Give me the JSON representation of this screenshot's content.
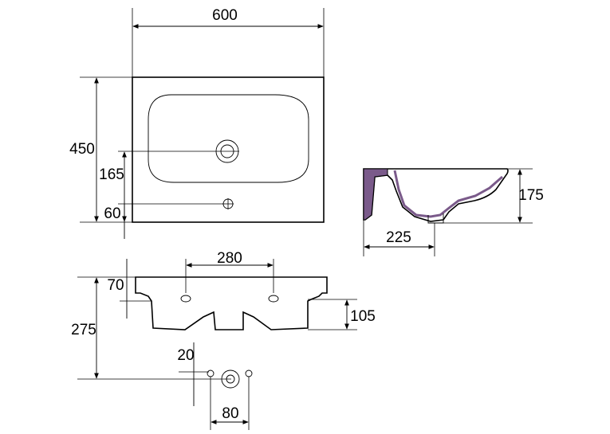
{
  "dimensions": {
    "top_width": "600",
    "top_depth": "450",
    "drain_offset": "165",
    "tap_offset": "60",
    "side_height": "175",
    "side_depth": "225",
    "front_hole_spacing": "280",
    "front_height_70": "70",
    "front_height_105": "105",
    "front_height_275": "275",
    "bottom_20": "20",
    "bottom_80": "80"
  },
  "colors": {
    "line": "#000000",
    "section_hatch": "#7a5a8a",
    "background": "#ffffff"
  }
}
